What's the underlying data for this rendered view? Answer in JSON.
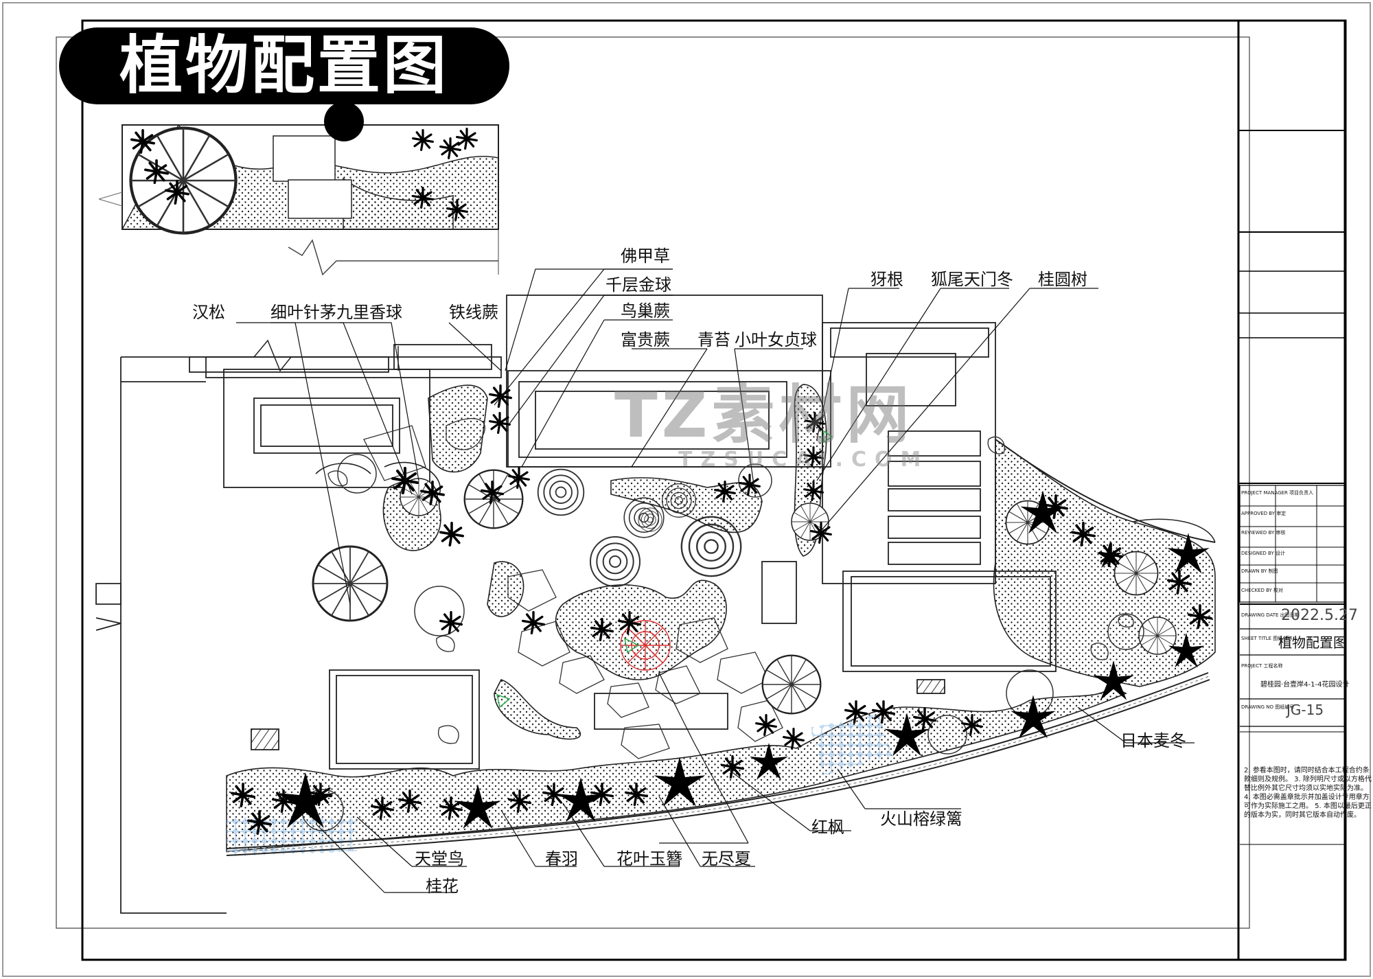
{
  "banner": {
    "title": "植物配置图"
  },
  "watermark": {
    "text_cn": "TZ素材网",
    "text_en": "TZSUCAI.COM"
  },
  "plant_labels": {
    "luohansong": "汉松",
    "xiyezhenmao": "细叶针茅",
    "jiulixiangqiu": "九里香球",
    "tiexianjue": "铁线蕨",
    "fojiacao": "佛甲草",
    "qiancengjinqiu": "千层金球",
    "niaochaojue": "鸟巢蕨",
    "fuguijue": "富贵蕨",
    "qingtai": "青苔",
    "xiaoyenvzhenqiu": "小叶女贞球",
    "yagen": "犽根",
    "huweitianmendong": "狐尾天门冬",
    "guiyuanshu": "桂圆树",
    "ribenmaidong": "日本麦冬",
    "huoshanronglvli": "火山榕绿篱",
    "hongfeng": "红枫",
    "tiantangniao": "天堂鸟",
    "guihua": "桂花",
    "chunyu": "春羽",
    "huayeyuzan": "花叶玉簪",
    "wujinxia": "无尽夏"
  },
  "title_block": {
    "project_manager": "PROJECT MANAGER 项目负责人",
    "approved_by": "APPROVED BY 审定",
    "reviewed_by": "REVIEWED BY 审核",
    "designed_by": "DESIGNED BY 设计",
    "drawn_by": "DRAWN BY 制图",
    "checked_by": "CHECKED BY 校对",
    "drawing_date_label": "DRAWING DATE 出图日期",
    "drawing_date": "2022.5.27",
    "sheet_title_label": "SHEET TITLE 图纸名称",
    "sheet_title": "植物配置图",
    "project_label": "PROJECT 工程名称",
    "project_name": "碧桂园·台壹岸4-1-4花园设计",
    "drawing_no_label": "DRAWING NO 图纸编号",
    "drawing_no": "JG-15",
    "notes": "2. 参看本图时，请同时结合本工程合约条款细则及规例。 3. 除列明尺寸或以方格代替比例外其它尺寸均须以实地实际为准。 4. 本图必需盖章批示并加盖设计专用章方可作为实际施工之用。 5. 本图以最后更正的版本为实，同时其它版本自动作废。"
  }
}
